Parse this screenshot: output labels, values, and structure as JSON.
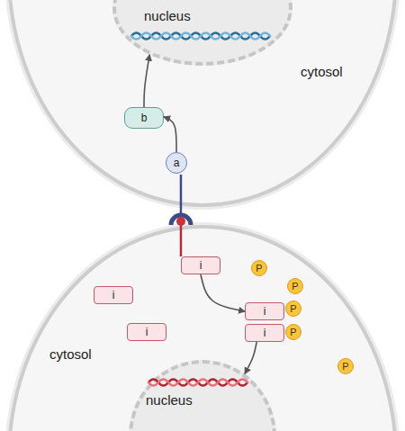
{
  "diagram": {
    "nodes": [
      {
        "text": [
          "cytosol"
        ]
      },
      {
        "text": [
          "nucleus"
        ],
        "in": 0
      },
      {
        "text": [
          "b"
        ],
        "in": 0
      },
      {
        "text": [
          "a"
        ],
        "in": 0
      },
      {
        "text": [
          "cytosol"
        ]
      },
      {
        "text": [
          "i"
        ],
        "in": 4
      },
      {
        "text": [
          "P"
        ],
        "in": 4
      },
      {
        "text": [
          "P"
        ],
        "in": 4
      },
      {
        "text": [
          "i"
        ],
        "in": 4
      },
      {
        "text": [
          "i"
        ],
        "in": 4
      },
      {
        "text": [
          "P"
        ],
        "in": 4
      },
      {
        "text": [
          "i"
        ],
        "in": 4
      },
      {
        "text": [
          "i"
        ],
        "in": 4
      },
      {
        "text": [
          "P"
        ],
        "in": 4
      },
      {
        "text": [
          "P"
        ],
        "in": 4
      },
      {
        "text": [
          "nucleus"
        ],
        "in": 4
      }
    ],
    "edges": [
      {
        "from": 3,
        "to": 2,
        "arrow": "to"
      },
      {
        "from": 2,
        "to": 1,
        "arrow": "to"
      },
      {
        "from": 5,
        "to": 9,
        "arrow": "to"
      },
      {
        "from": 12,
        "to": 15,
        "arrow": "to"
      }
    ]
  }
}
